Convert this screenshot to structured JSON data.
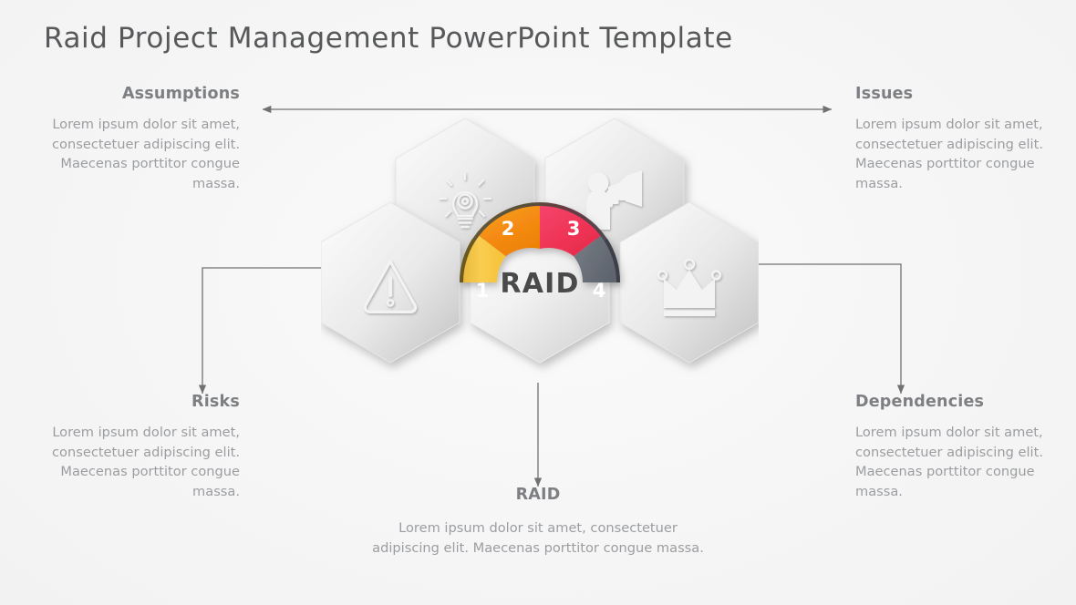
{
  "title": "Raid Project Management PowerPoint Template",
  "colors": {
    "background": "#f5f5f5",
    "title_text": "#57585a",
    "heading_text": "#7d7f82",
    "body_text": "#9b9da0",
    "connector_line": "#6f7173",
    "hex_light": "#f2f2f2",
    "hex_dark": "#d2d2d2",
    "center_label_text": "#4a4a4a",
    "segment_1": "#f7c948",
    "segment_2": "#f28c16",
    "segment_3": "#f13a5f",
    "segment_4": "#6e747e"
  },
  "center": {
    "label": "RAID",
    "segments": [
      {
        "number": "1",
        "color": "#f7c948",
        "name": "risks"
      },
      {
        "number": "2",
        "color": "#f28c16",
        "name": "assumptions"
      },
      {
        "number": "3",
        "color": "#f13a5f",
        "name": "issues"
      },
      {
        "number": "4",
        "color": "#6e747e",
        "name": "dependencies"
      }
    ]
  },
  "hex_icons": [
    {
      "name": "lightbulb-gear-icon",
      "position": "top-left"
    },
    {
      "name": "person-megaphone-icon",
      "position": "top-right"
    },
    {
      "name": "warning-triangle-icon",
      "position": "mid-left"
    },
    {
      "name": "crown-icon",
      "position": "mid-right"
    }
  ],
  "blocks": {
    "assumptions": {
      "heading": "Assumptions",
      "body": "Lorem ipsum dolor sit amet, consectetuer adipiscing elit. Maecenas porttitor congue massa."
    },
    "issues": {
      "heading": "Issues",
      "body": "Lorem ipsum dolor sit amet, consectetuer adipiscing elit. Maecenas porttitor congue massa."
    },
    "risks": {
      "heading": "Risks",
      "body": "Lorem ipsum dolor sit amet, consectetuer adipiscing elit. Maecenas porttitor congue massa."
    },
    "dependencies": {
      "heading": "Dependencies",
      "body": "Lorem ipsum dolor sit amet, consectetuer adipiscing elit. Maecenas porttitor congue massa."
    },
    "raid": {
      "heading": "RAID",
      "body": "Lorem ipsum dolor sit amet, consectetuer adipiscing elit. Maecenas porttitor congue massa."
    }
  }
}
